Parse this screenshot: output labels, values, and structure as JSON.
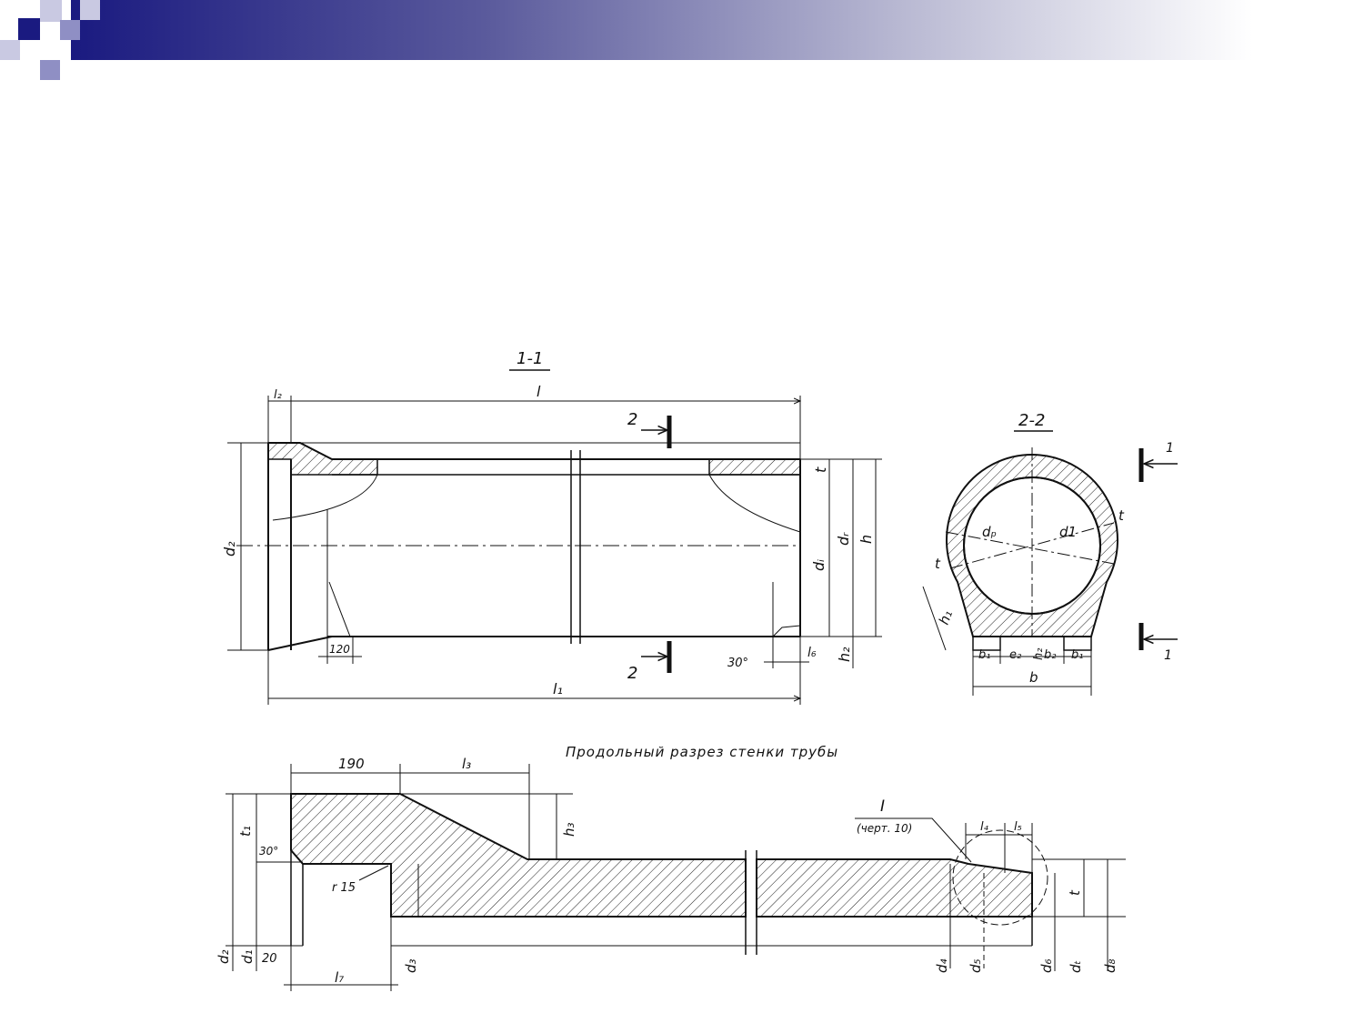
{
  "header": {
    "colors": {
      "dark": "#1a1a80",
      "mid": "#6b6bb0",
      "light": "#c9c9e2"
    }
  },
  "section_1_1": {
    "title": "1-1",
    "dims": {
      "l": "l",
      "l2": "l₂",
      "l1": "l₁",
      "d2": "d₂",
      "di": "dᵢ",
      "dr": "dᵣ",
      "h": "h",
      "h2": "h₂",
      "t": "t",
      "l6": "l₆",
      "w120": "120",
      "angle30": "30°"
    },
    "cut_marks": {
      "upper": "2",
      "lower": "2"
    }
  },
  "section_2_2": {
    "title": "2-2",
    "dims": {
      "dp": "dₚ",
      "d1": "d1",
      "t_right": "t",
      "t_left": "t",
      "h1": "h₁",
      "b1_left": "b₁",
      "e2": "e₂",
      "h2": "h₂",
      "b2": "b₂",
      "b1_right": "b₁",
      "b": "b"
    },
    "cut_marks": {
      "top": "1",
      "bottom": "1"
    }
  },
  "long_section": {
    "title": "Продольный разрез стенки трубы",
    "dims": {
      "w190": "190",
      "l3": "l₃",
      "h3": "h₃",
      "t1": "t₁",
      "angle30": "30°",
      "r15": "r 15",
      "w20": "20",
      "l7": "l₇",
      "d2": "d₂",
      "d1": "d₁",
      "d3": "d₃",
      "d4": "d₄",
      "d5": "d₅",
      "d6": "d₆",
      "dt": "dₜ",
      "d8": "d₈",
      "t": "t",
      "l4": "l₄",
      "l5": "l₅"
    },
    "callout": {
      "id": "I",
      "ref": "(черт. 10)"
    }
  }
}
